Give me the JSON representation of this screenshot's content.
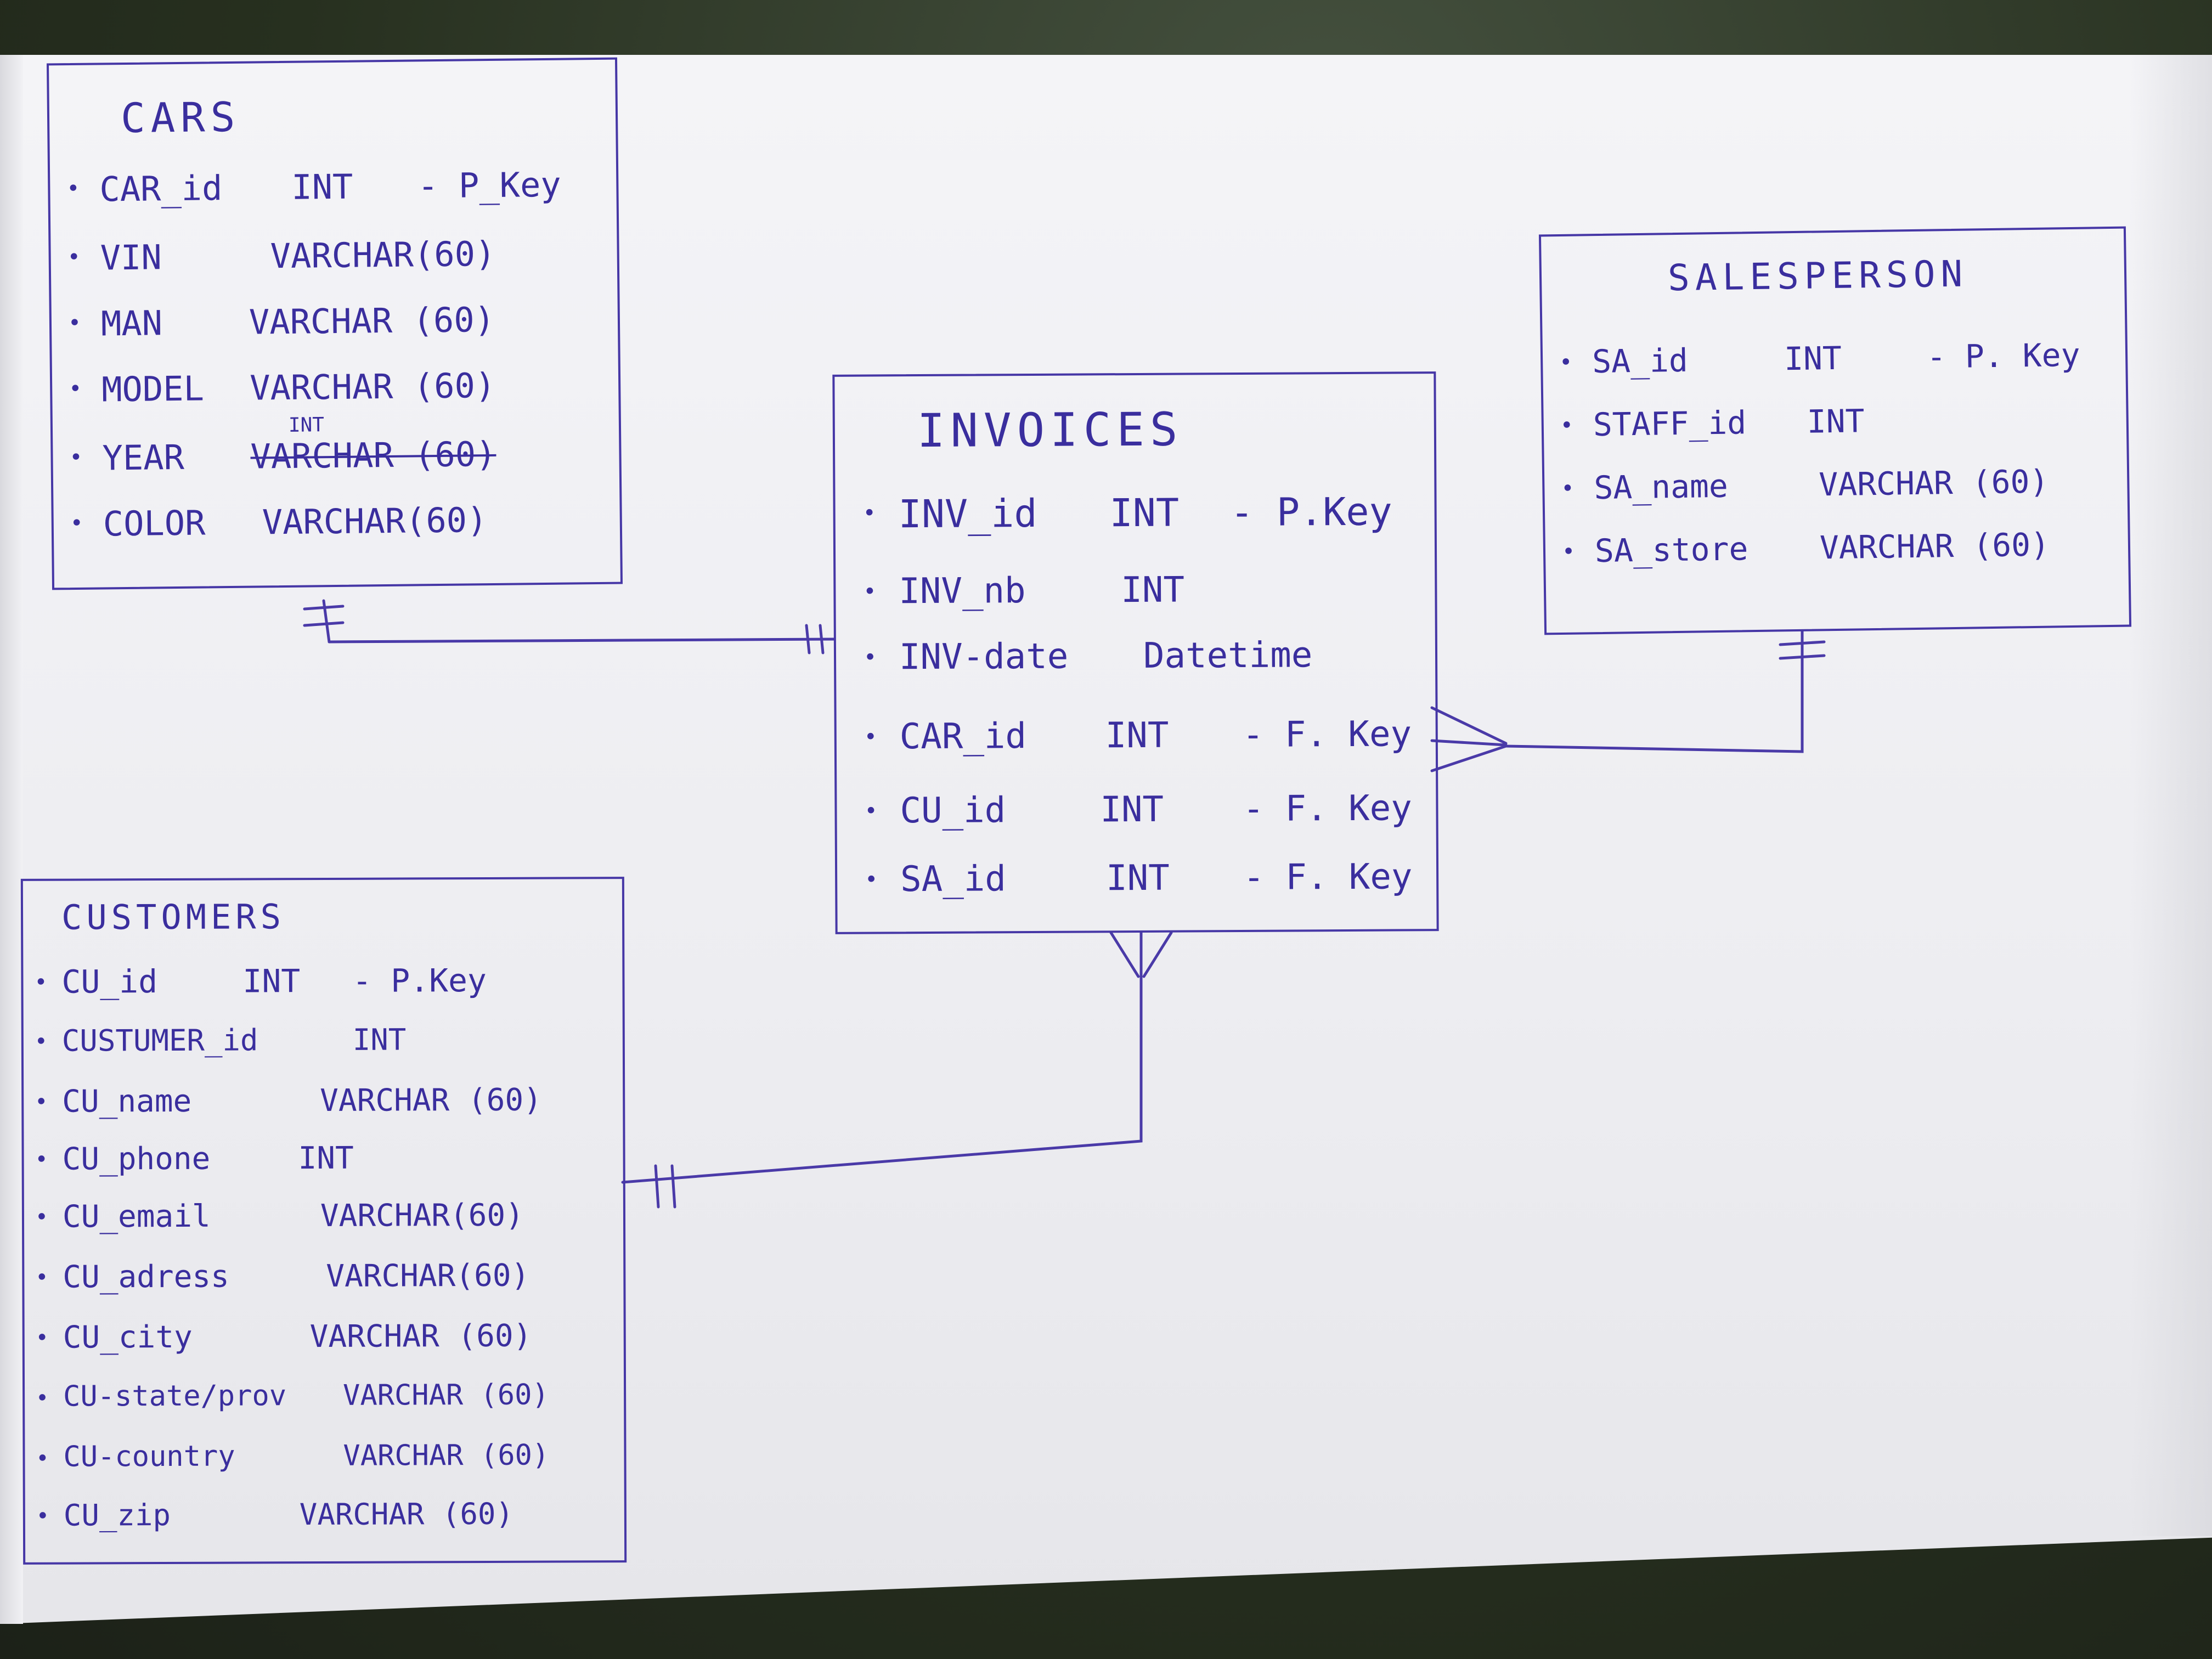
{
  "entities": {
    "cars": {
      "title": "CARS",
      "attributes": [
        {
          "name": "CAR_id",
          "type": "INT",
          "key": "- P_Key"
        },
        {
          "name": "VIN",
          "type": "VARCHAR(60)",
          "key": ""
        },
        {
          "name": "MAN",
          "type": "VARCHAR (60)",
          "key": ""
        },
        {
          "name": "MODEL",
          "type": "VARCHAR (60)",
          "key": ""
        },
        {
          "name": "YEAR",
          "type": "VARCHAR (60)",
          "type_correction": "INT",
          "key": ""
        },
        {
          "name": "COLOR",
          "type": "VARCHAR(60)",
          "key": ""
        }
      ]
    },
    "salesperson": {
      "title": "SALESPERSON",
      "attributes": [
        {
          "name": "SA_id",
          "type": "INT",
          "key": "- P. Key"
        },
        {
          "name": "STAFF_id",
          "type": "INT",
          "key": ""
        },
        {
          "name": "SA_name",
          "type": "VARCHAR (60)",
          "key": ""
        },
        {
          "name": "SA_store",
          "type": "VARCHAR (60)",
          "key": ""
        }
      ]
    },
    "invoices": {
      "title": "INVOICES",
      "attributes": [
        {
          "name": "INV_id",
          "type": "INT",
          "key": "- P.Key"
        },
        {
          "name": "INV_nb",
          "type": "INT",
          "key": ""
        },
        {
          "name": "INV-date",
          "type": "Datetime",
          "key": ""
        },
        {
          "name": "CAR_id",
          "type": "INT",
          "key": "- F. Key"
        },
        {
          "name": "CU_id",
          "type": "INT",
          "key": "- F. Key"
        },
        {
          "name": "SA_id",
          "type": "INT",
          "key": "- F. Key"
        }
      ]
    },
    "customers": {
      "title": "CUSTOMERS",
      "attributes": [
        {
          "name": "CU_id",
          "type": "INT",
          "key": "- P.Key"
        },
        {
          "name": "CUSTUMER_id",
          "type": "INT",
          "key": ""
        },
        {
          "name": "CU_name",
          "type": "VARCHAR (60)",
          "key": ""
        },
        {
          "name": "CU_phone",
          "type": "INT",
          "key": ""
        },
        {
          "name": "CU_email",
          "type": "VARCHAR(60)",
          "key": ""
        },
        {
          "name": "CU_adress",
          "type": "VARCHAR(60)",
          "key": ""
        },
        {
          "name": "CU_city",
          "type": "VARCHAR (60)",
          "key": ""
        },
        {
          "name": "CU-state/prov",
          "type": "VARCHAR (60)",
          "key": ""
        },
        {
          "name": "CU-country",
          "type": "VARCHAR (60)",
          "key": ""
        },
        {
          "name": "CU_zip",
          "type": "VARCHAR (60)",
          "key": ""
        }
      ]
    }
  },
  "relationships": [
    {
      "from": "cars",
      "from_cardinality": "one (mandatory)",
      "to": "invoices",
      "to_cardinality": "one (mandatory)"
    },
    {
      "from": "salesperson",
      "from_cardinality": "one (mandatory)",
      "to": "invoices",
      "to_cardinality": "many"
    },
    {
      "from": "customers",
      "from_cardinality": "one (mandatory)",
      "to": "invoices",
      "to_cardinality": "many"
    }
  ],
  "colors": {
    "ink": "#3b2fa0",
    "paper": "#f1f1f4",
    "desk": "#2f3a2c"
  }
}
